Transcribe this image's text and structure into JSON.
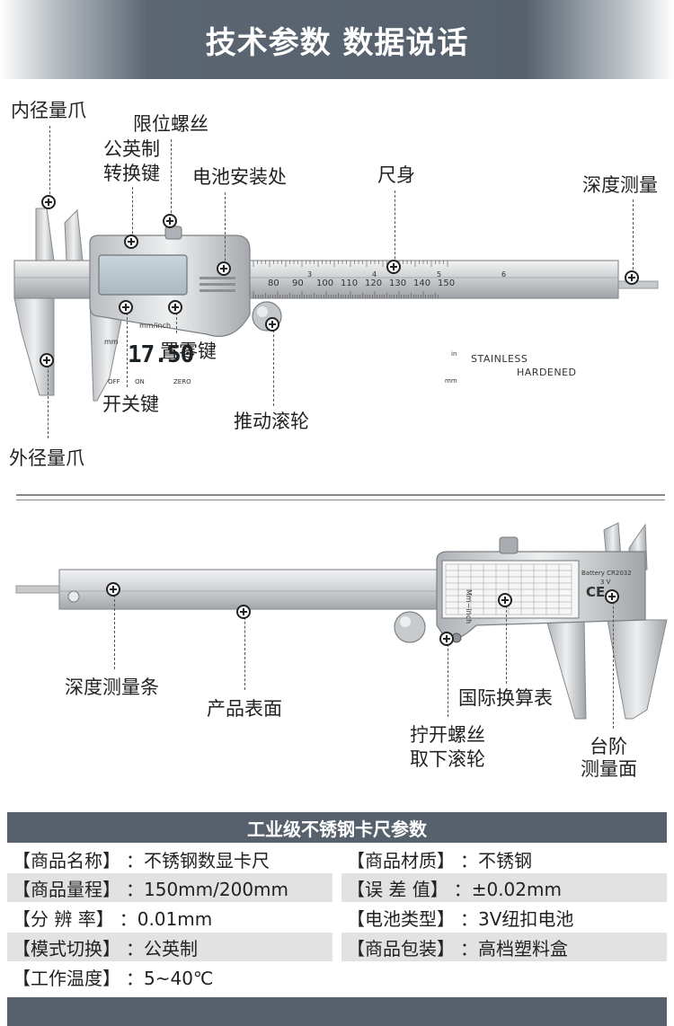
{
  "header": {
    "title": "技术参数 数据说话"
  },
  "top_caliper": {
    "display_reading": "17.50",
    "display_unit": "mm",
    "switch_label": "mm/inch",
    "btn_off": "OFF",
    "btn_on": "ON",
    "btn_zero": "ZERO",
    "scale_numbers": [
      "80",
      "90",
      "100",
      "110",
      "120",
      "130",
      "140",
      "150"
    ],
    "inch_numbers": [
      "3",
      "4",
      "5",
      "6"
    ],
    "inch_unit": "in",
    "mm_unit": "mm",
    "stamp_line1": "STAINLESS",
    "stamp_line2": "HARDENED",
    "labels": {
      "inner_jaw": "内径量爪",
      "limit_screw": "限位螺丝",
      "unit_switch_line1": "公英制",
      "unit_switch_line2": "转换键",
      "battery": "电池安装处",
      "ruler_body": "尺身",
      "depth": "深度测量",
      "zero_key": "置零键",
      "power_key": "开关键",
      "thumb_wheel": "推动滚轮",
      "outer_jaw": "外径量爪"
    }
  },
  "bottom_caliper": {
    "battery_text": "Battery CR2032",
    "battery_volt": "3 V",
    "table_text": "Mm~inch",
    "ce_mark": "CE",
    "labels": {
      "depth_bar": "深度测量条",
      "surface": "产品表面",
      "conversion_table": "国际换算表",
      "wheel_line1": "拧开螺丝",
      "wheel_line2": "取下滚轮",
      "step_line1": "台阶",
      "step_line2": "测量面"
    }
  },
  "params": {
    "title": "工业级不锈钢卡尺参数",
    "left": [
      {
        "key": "【商品名称】",
        "value": "：不锈钢数显卡尺"
      },
      {
        "key": "【商品量程】",
        "value": "：150mm/200mm"
      },
      {
        "key": "【分  辨  率】",
        "value": "：0.01mm"
      },
      {
        "key": "【模式切换】",
        "value": "：公英制"
      },
      {
        "key": "【工作温度】",
        "value": "：5~40℃"
      }
    ],
    "right": [
      {
        "key": "【商品材质】",
        "value": "：不锈钢"
      },
      {
        "key": "【误  差  值】",
        "value": "：±0.02mm"
      },
      {
        "key": "【电池类型】",
        "value": "：3V纽扣电池"
      },
      {
        "key": "【商品包装】",
        "value": "：高档塑料盒"
      }
    ]
  }
}
